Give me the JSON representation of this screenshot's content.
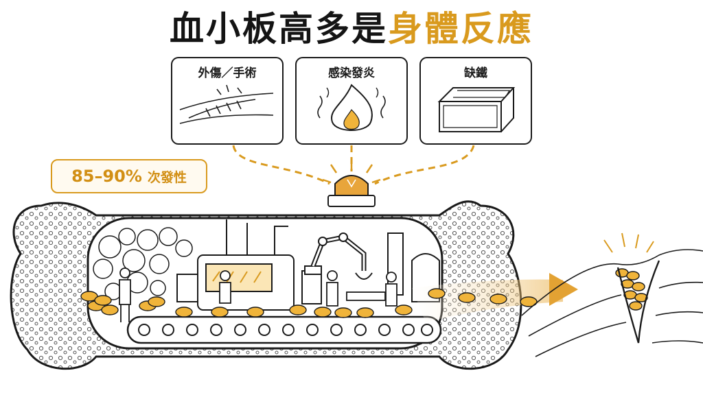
{
  "title": {
    "part1": "血小板高多是",
    "part2": "身體反應"
  },
  "causes": [
    {
      "label": "外傷／手術",
      "icon": "wound-stitches-icon"
    },
    {
      "label": "感染發炎",
      "icon": "flame-icon"
    },
    {
      "label": "缺鐵",
      "icon": "empty-box-icon"
    }
  ],
  "secondary_rate": {
    "percent": "85–90%",
    "label": "次發性"
  },
  "colors": {
    "accent": "#d99a1e",
    "ink": "#1a1a1a",
    "platelet": "#f0b43a"
  }
}
